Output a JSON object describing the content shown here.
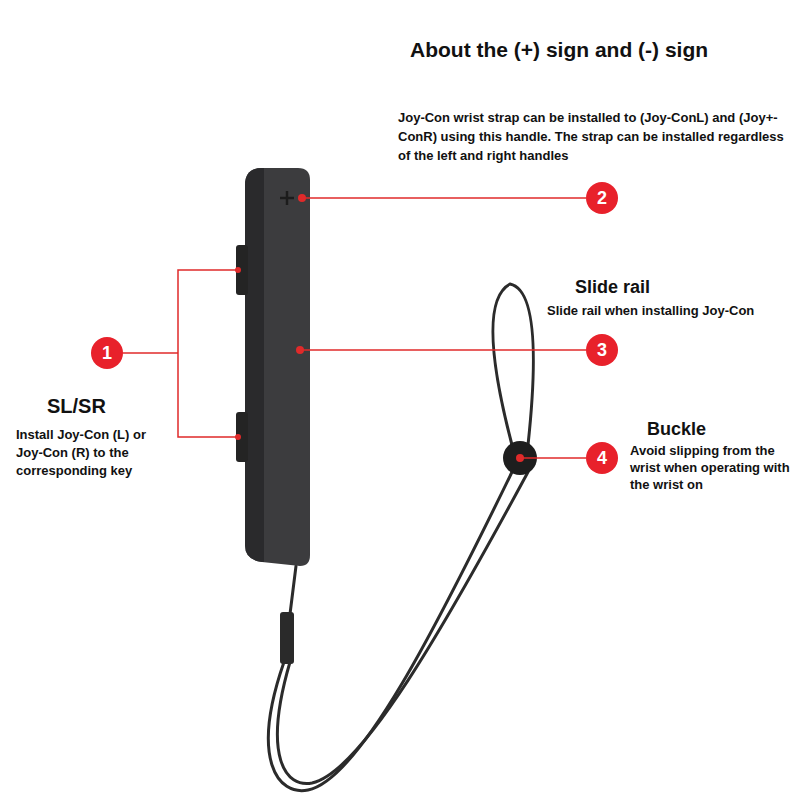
{
  "diagram": {
    "title": "About the (+) sign and (-) sign",
    "nodes": [
      {
        "text": [
          "2"
        ]
      },
      {
        "text": [
          "1"
        ]
      },
      {
        "text": [
          "3"
        ]
      },
      {
        "text": [
          "4"
        ]
      }
    ],
    "labels": [
      "Joy-Con wrist strap can be installed to (Joy-ConL) and (Joy+- ConR) using this handle. The strap can be installed regardless of the left and right handles",
      "Slide rail",
      "Slide rail when installing Joy-Con",
      "SL/SR",
      "Install Joy-Con (L) or Joy-Con (R) to the corresponding key",
      "Buckle",
      "Avoid slipping from the wrist when operating with the wrist on"
    ]
  }
}
